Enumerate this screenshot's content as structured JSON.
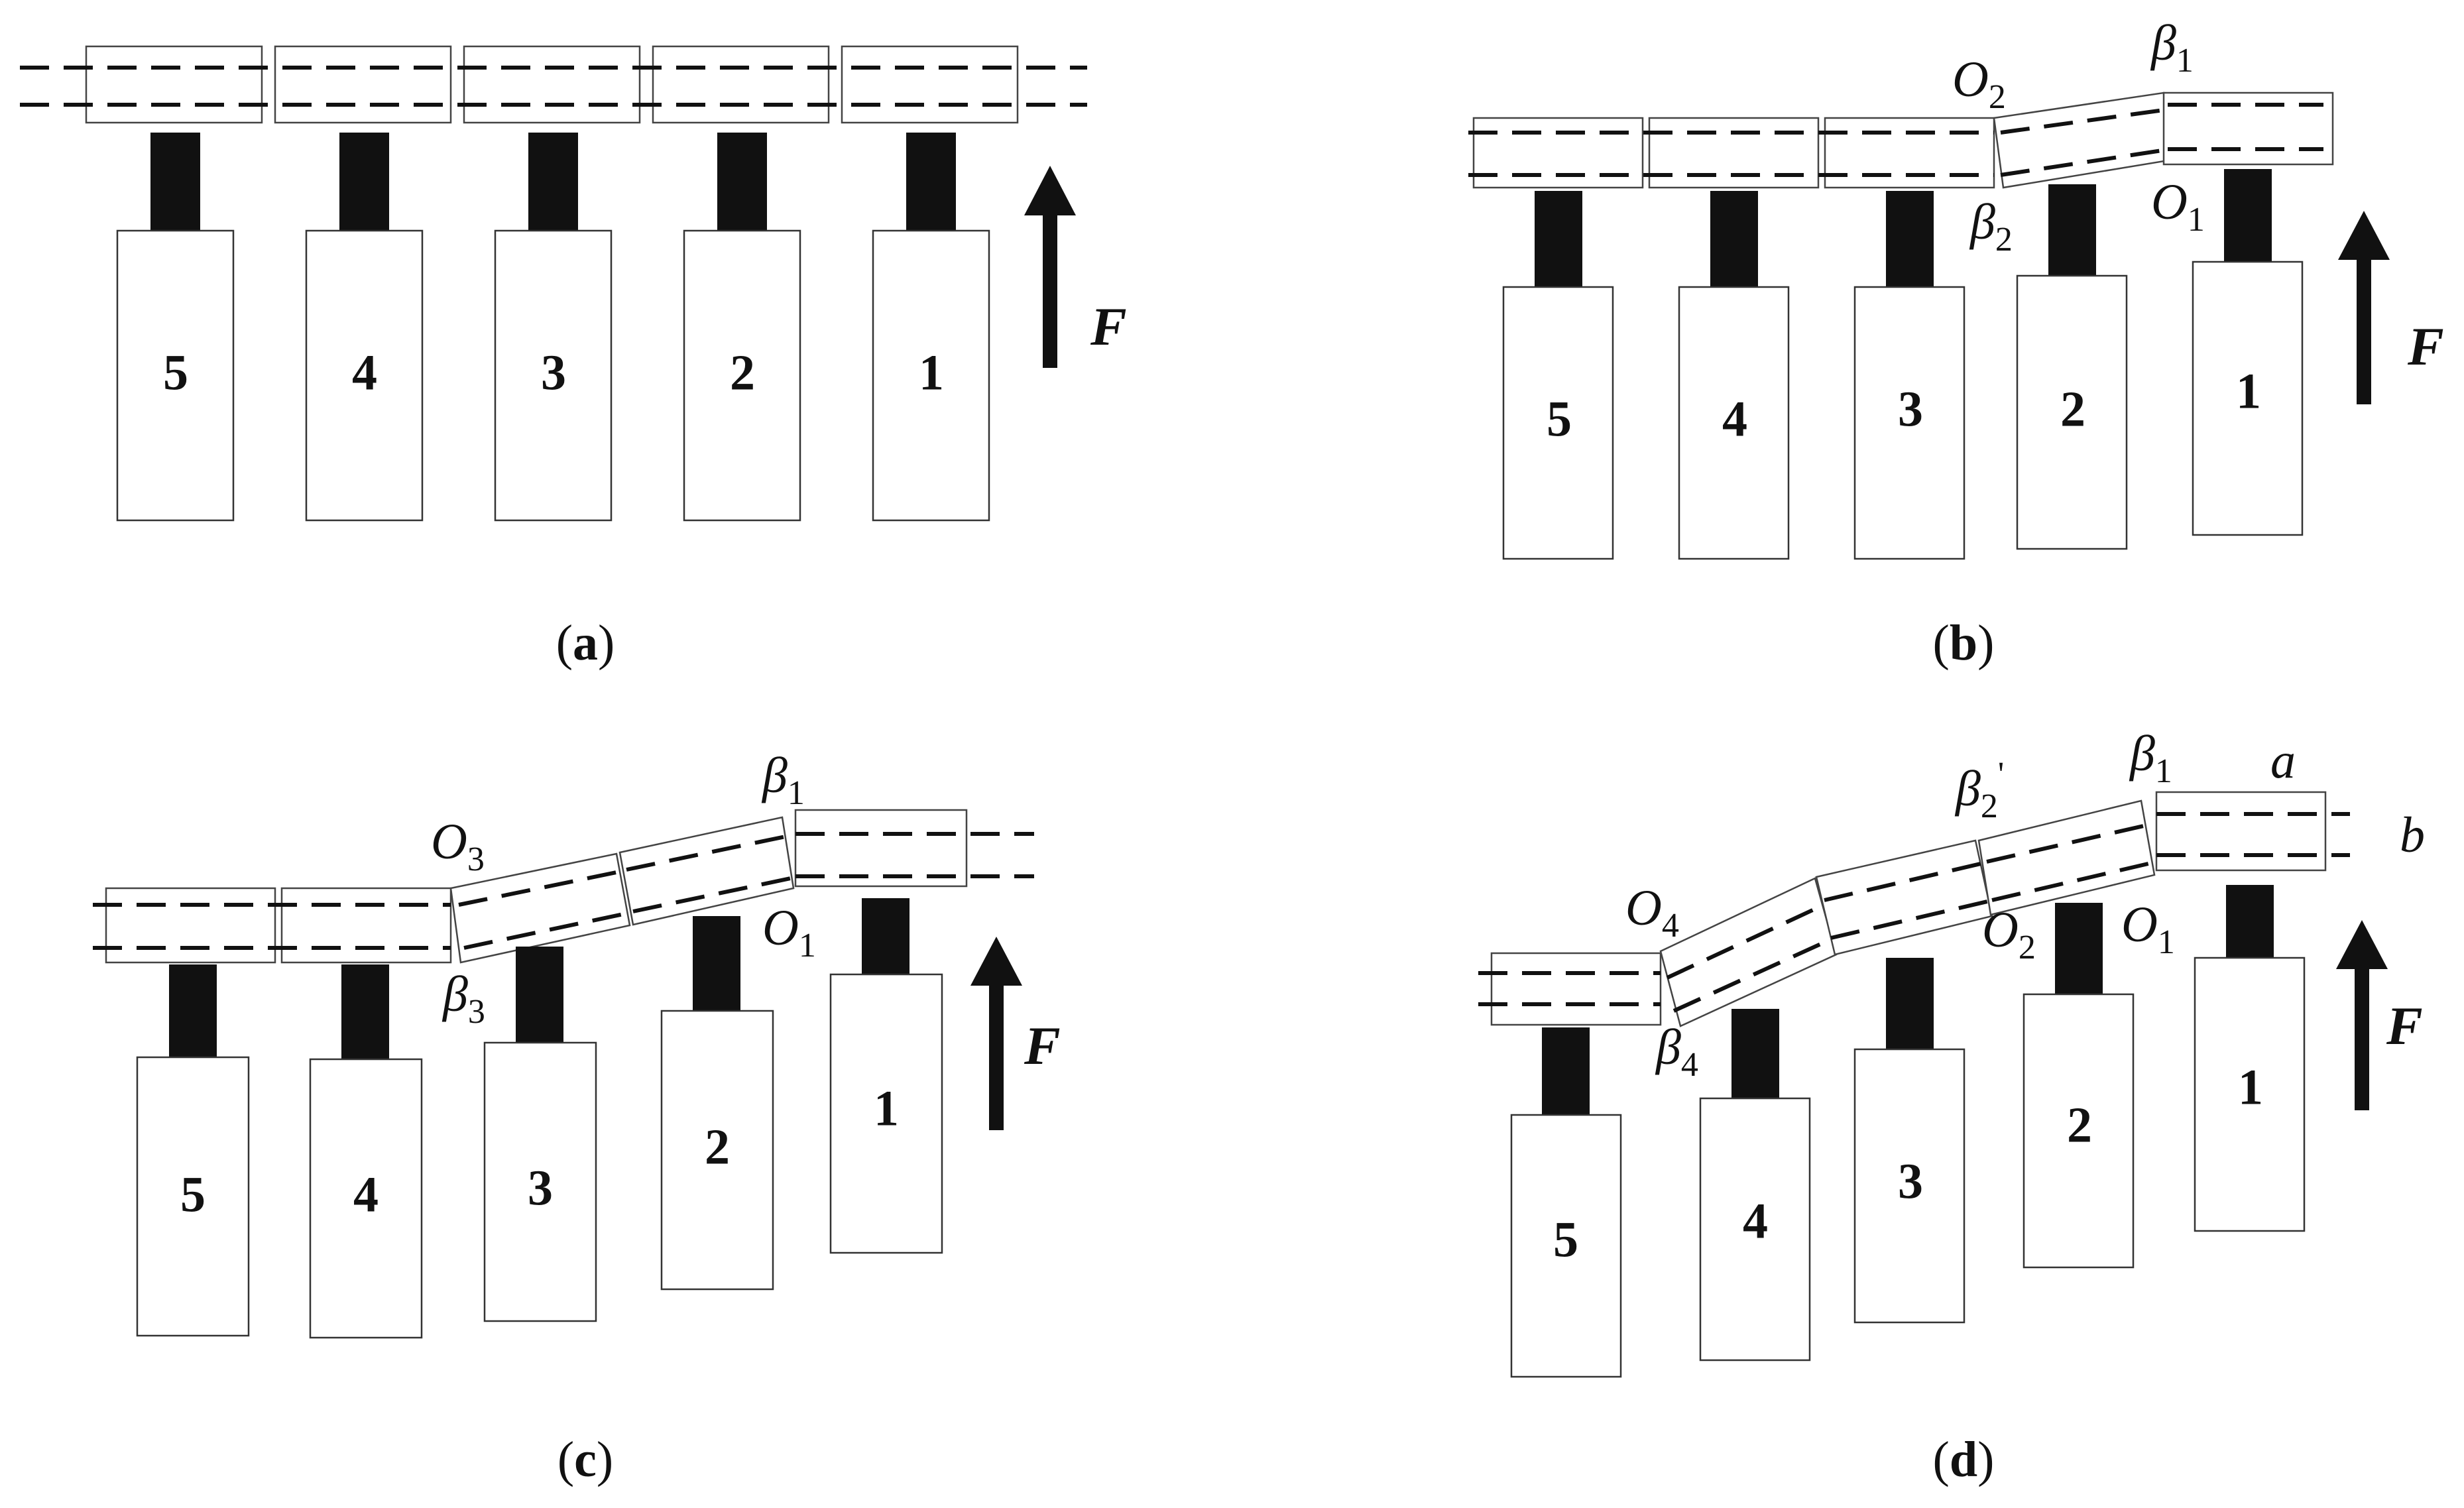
{
  "panels": [
    {
      "caption": {
        "open": "(",
        "letter": "a",
        "close": ")"
      },
      "cylinders": [
        "5",
        "4",
        "3",
        "2",
        "1"
      ],
      "force": "F",
      "labels": []
    },
    {
      "caption": {
        "open": "(",
        "letter": "b",
        "close": ")"
      },
      "cylinders": [
        "5",
        "4",
        "3",
        "2",
        "1"
      ],
      "force": "F",
      "labels": [
        {
          "base": "O",
          "sub": "2",
          "sup": ""
        },
        {
          "base": "β",
          "sub": "1",
          "sup": ""
        },
        {
          "base": "β",
          "sub": "2",
          "sup": ""
        },
        {
          "base": "O",
          "sub": "1",
          "sup": ""
        }
      ]
    },
    {
      "caption": {
        "open": "(",
        "letter": "c",
        "close": ")"
      },
      "cylinders": [
        "5",
        "4",
        "3",
        "2",
        "1"
      ],
      "force": "F",
      "labels": [
        {
          "base": "β",
          "sub": "1",
          "sup": ""
        },
        {
          "base": "O",
          "sub": "3",
          "sup": ""
        },
        {
          "base": "O",
          "sub": "1",
          "sup": ""
        },
        {
          "base": "β",
          "sub": "3",
          "sup": ""
        }
      ]
    },
    {
      "caption": {
        "open": "(",
        "letter": "d",
        "close": ")"
      },
      "cylinders": [
        "5",
        "4",
        "3",
        "2",
        "1"
      ],
      "force": "F",
      "labels": [
        {
          "base": "β",
          "sub": "2",
          "sup": "'"
        },
        {
          "base": "β",
          "sub": "1",
          "sup": ""
        },
        {
          "base": "a",
          "sub": "",
          "sup": ""
        },
        {
          "base": "b",
          "sub": "",
          "sup": ""
        },
        {
          "base": "O",
          "sub": "4",
          "sup": ""
        },
        {
          "base": "O",
          "sub": "2",
          "sup": ""
        },
        {
          "base": "O",
          "sub": "1",
          "sup": ""
        },
        {
          "base": "β",
          "sub": "4",
          "sup": ""
        }
      ]
    }
  ]
}
